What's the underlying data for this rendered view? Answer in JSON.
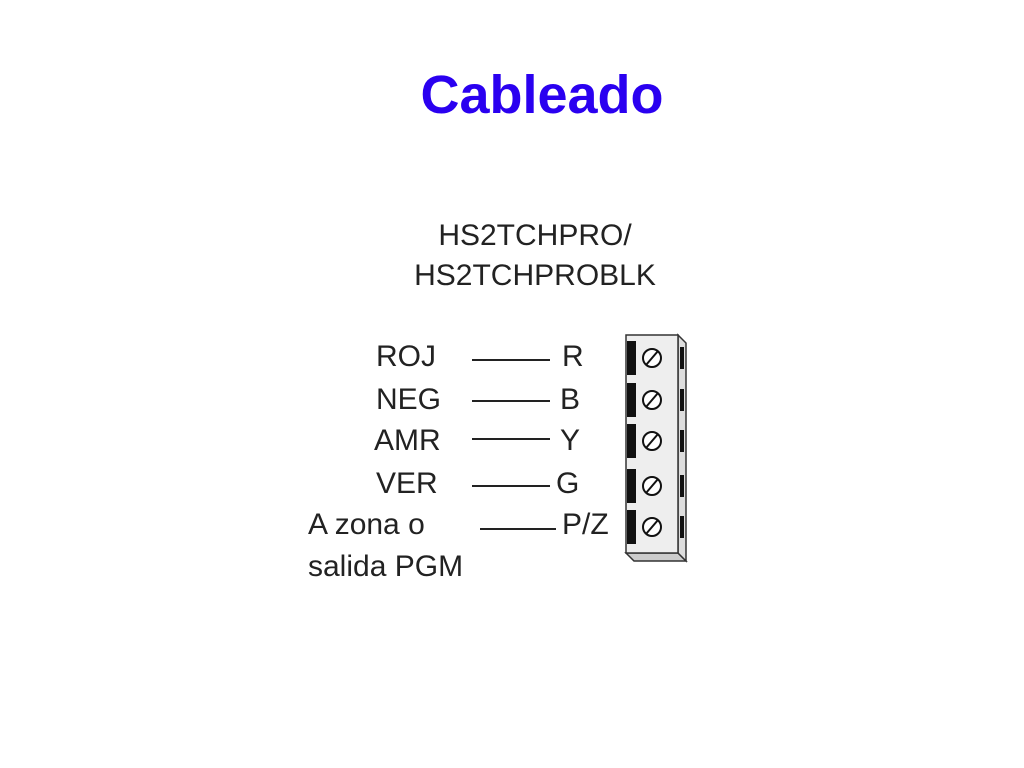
{
  "title": "Cableado",
  "model": {
    "line1": "HS2TCHPRO/",
    "line2": "HS2TCHPROBLK"
  },
  "wires": [
    {
      "left": "ROJ",
      "right": "R"
    },
    {
      "left": "NEG",
      "right": "B"
    },
    {
      "left": "AMR",
      "right": "Y"
    },
    {
      "left": "VER",
      "right": "G"
    },
    {
      "left": "A zona o",
      "right": "P/Z"
    }
  ],
  "note_line2": "salida PGM"
}
